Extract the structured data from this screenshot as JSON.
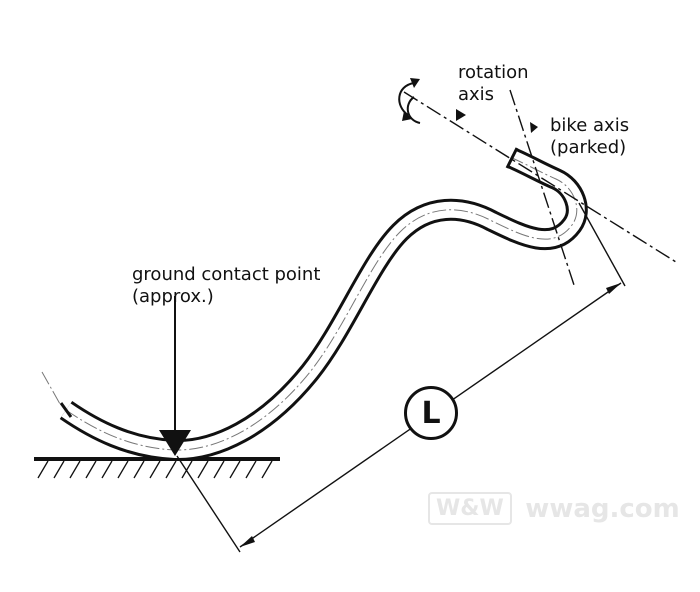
{
  "labels": {
    "rotation_axis": [
      "rotation",
      "axis"
    ],
    "bike_axis": [
      "bike axis",
      "(parked)"
    ],
    "ground_contact": [
      "ground contact point",
      "(approx.)"
    ]
  },
  "dimension": {
    "symbol": "L"
  },
  "watermark": {
    "logo": "W&W",
    "site": "wwag.com"
  },
  "colors": {
    "line": "#111111",
    "watermark": "#e6e6e6",
    "background": "#ffffff"
  }
}
